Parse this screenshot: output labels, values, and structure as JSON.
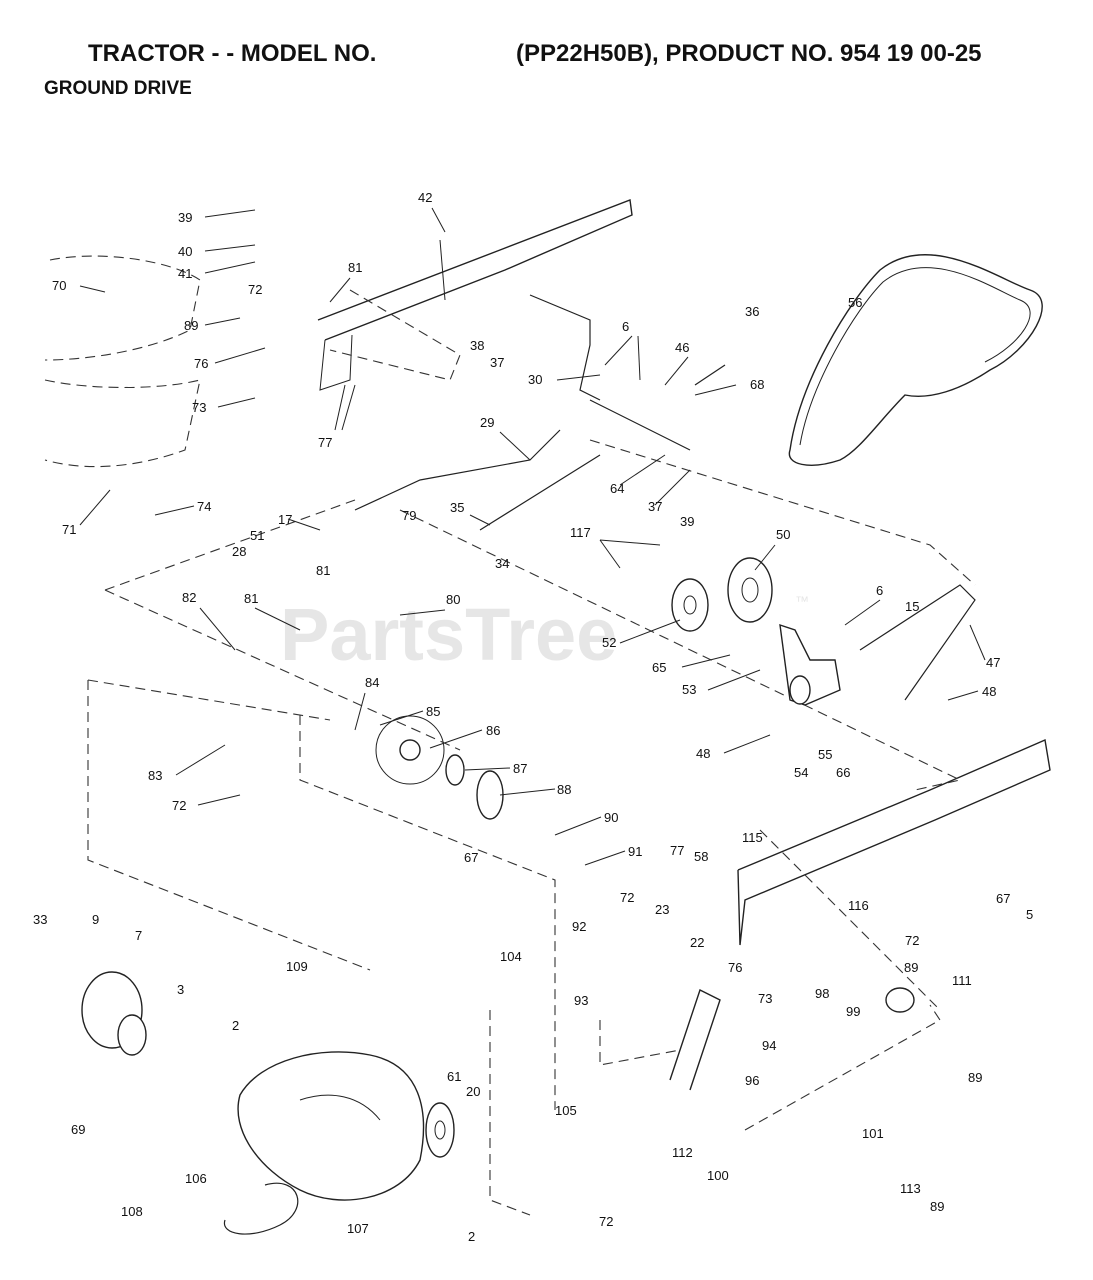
{
  "header": {
    "title_left": "TRACTOR - - MODEL NO.",
    "title_right": "(PP22H50B), PRODUCT NO. 954 19 00-25",
    "subtitle": "GROUND DRIVE"
  },
  "watermark": {
    "text": "PartsTree",
    "mark": "™"
  },
  "callouts": [
    "39",
    "40",
    "41",
    "42",
    "70",
    "81",
    "72",
    "89",
    "76",
    "73",
    "77",
    "71",
    "74",
    "38",
    "37",
    "30",
    "6",
    "46",
    "36",
    "56",
    "68",
    "29",
    "64",
    "37",
    "39",
    "35",
    "34",
    "17",
    "51",
    "28",
    "79",
    "81",
    "117",
    "50",
    "82",
    "81",
    "80",
    "52",
    "6",
    "15",
    "65",
    "53",
    "47",
    "48",
    "84",
    "85",
    "86",
    "48",
    "55",
    "54",
    "66",
    "83",
    "72",
    "87",
    "88",
    "90",
    "67",
    "91",
    "115",
    "77",
    "58",
    "116",
    "67",
    "5",
    "72",
    "76",
    "89",
    "111",
    "73",
    "33",
    "9",
    "7",
    "3",
    "109",
    "92",
    "72",
    "23",
    "104",
    "93",
    "22",
    "98",
    "99",
    "94",
    "2",
    "61",
    "20",
    "105",
    "96",
    "89",
    "69",
    "112",
    "101",
    "100",
    "106",
    "113",
    "108",
    "107",
    "2",
    "72",
    "89"
  ]
}
